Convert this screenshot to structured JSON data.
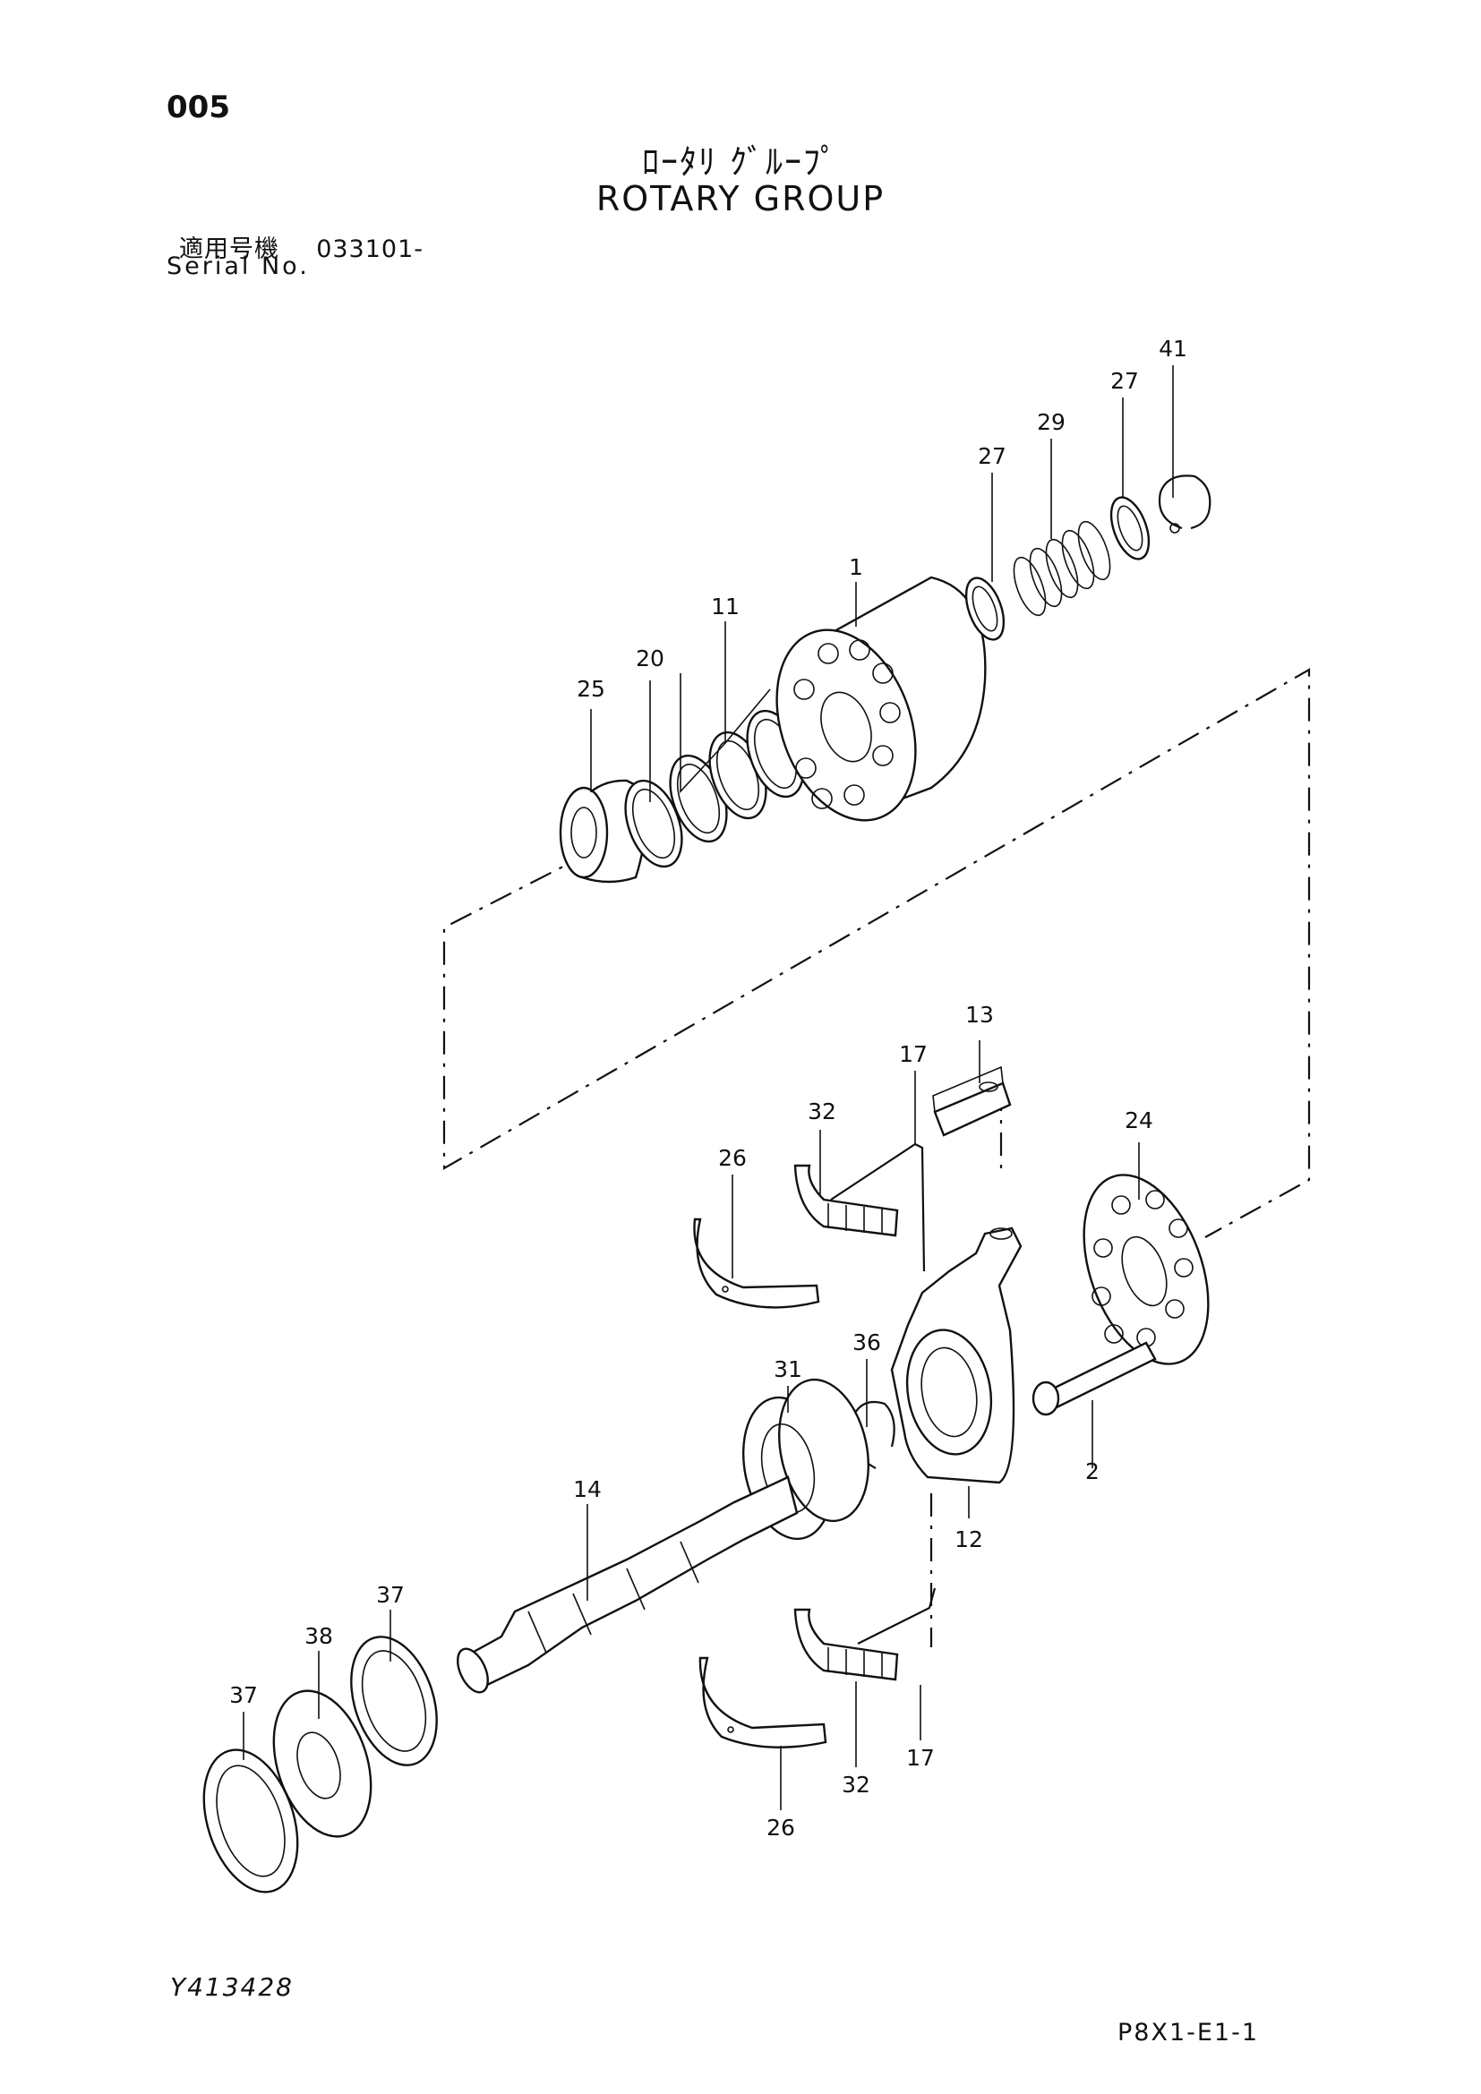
{
  "header": {
    "page_number": "005",
    "title_jp": "ﾛｰﾀﾘ ｸﾞﾙｰﾌﾟ",
    "title_en": "ROTARY GROUP",
    "serial_label_jp": "適用号機",
    "serial_value": "033101-",
    "serial_label_en": "Serial No."
  },
  "callouts": {
    "c1": "1",
    "c2": "2",
    "c11": "11",
    "c12": "12",
    "c13": "13",
    "c14": "14",
    "c17a": "17",
    "c17b": "17",
    "c20": "20",
    "c24": "24",
    "c25": "25",
    "c26a": "26",
    "c26b": "26",
    "c27a": "27",
    "c27b": "27",
    "c29": "29",
    "c31": "31",
    "c32a": "32",
    "c32b": "32",
    "c36": "36",
    "c37a": "37",
    "c37b": "37",
    "c38": "38",
    "c41": "41"
  },
  "footer": {
    "doc_id": "Y413428",
    "sheet_id": "P8X1-E1-1"
  }
}
